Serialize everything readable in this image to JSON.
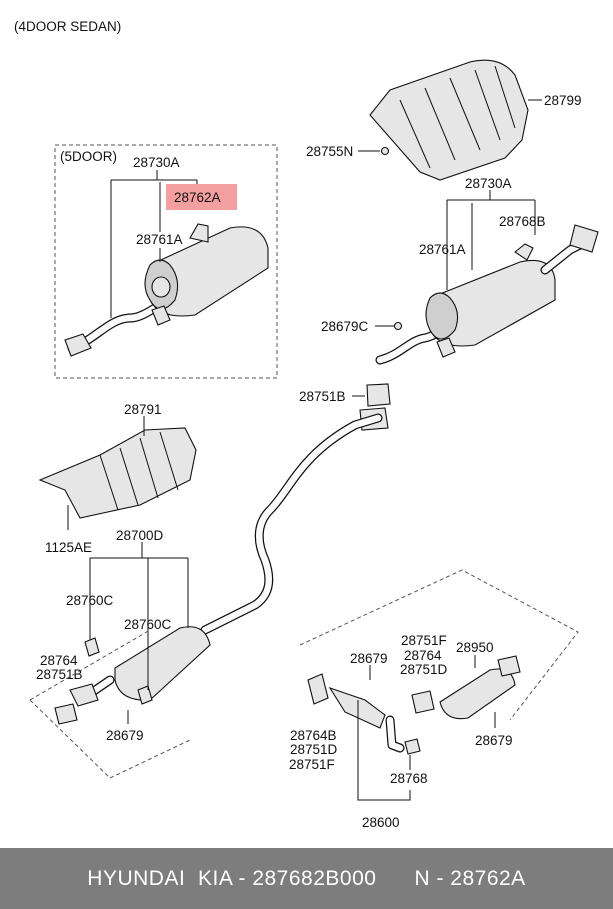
{
  "diagram": {
    "title": "(4DOOR SEDAN)",
    "variant_label": "(5DOOR)",
    "highlight_color": "#f4a0a0",
    "labels": {
      "p28730A_5d": "28730A",
      "p28762A": "28762A",
      "p28761A_5d": "28761A",
      "p28799": "28799",
      "p28755N": "28755N",
      "p28730A": "28730A",
      "p28768B": "28768B",
      "p28761A": "28761A",
      "p28679C": "28679C",
      "p28751B_top": "28751B",
      "p28791": "28791",
      "p1125AE": "1125AE",
      "p28700D": "28700D",
      "p28760C_a": "28760C",
      "p28760C_b": "28760C",
      "p28764_a": "28764",
      "p28751B_b": "28751B",
      "p28679_a": "28679",
      "p28679_b": "28679",
      "p28751F_a": "28751F",
      "p28764_b": "28764",
      "p28751D_a": "28751D",
      "p28950": "28950",
      "p28764B": "28764B",
      "p28751D_b": "28751D",
      "p28751F_b": "28751F",
      "p28768": "28768",
      "p28679_c": "28679",
      "p28600": "28600"
    }
  },
  "footer": {
    "brand": "HYUNDAI  KIA",
    "part_number": "287682B000",
    "ref": "N - 28762A",
    "text": "HYUNDAI  KIA - 287682B000      N - 28762A"
  }
}
